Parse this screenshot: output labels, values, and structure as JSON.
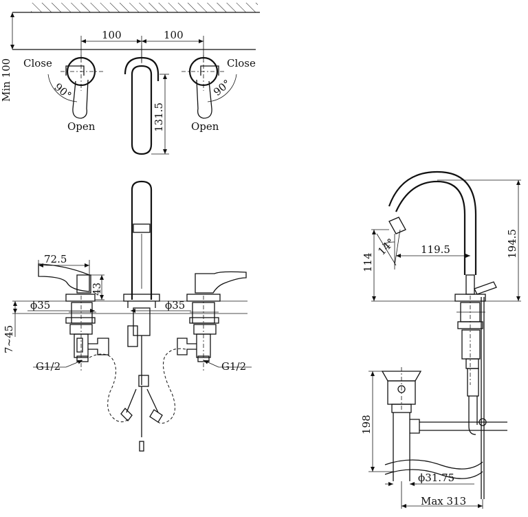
{
  "top_view": {
    "dim_spacing_left": "100",
    "dim_spacing_right": "100",
    "dim_min_wall": "Min 100",
    "dim_spout_length": "131.5",
    "label_close_left": "Close",
    "label_close_right": "Close",
    "label_open_left": "Open",
    "label_open_right": "Open",
    "angle_left": "90°",
    "angle_right": "90°"
  },
  "front_view": {
    "dim_handle_length": "72.5",
    "dim_handle_height": "43",
    "dim_dia_left": "ϕ35",
    "dim_dia_right": "ϕ35",
    "dim_deck_thickness": "7~45",
    "thread_left": "G1/2",
    "thread_right": "G1/2"
  },
  "side_view": {
    "dim_reach": "119.5",
    "dim_spout_height": "114",
    "dim_total_height": "194.5",
    "dim_angle": "14°",
    "dim_drain_height": "198",
    "dim_drain_dia": "ϕ31.75",
    "dim_max_depth": "Max 313"
  }
}
